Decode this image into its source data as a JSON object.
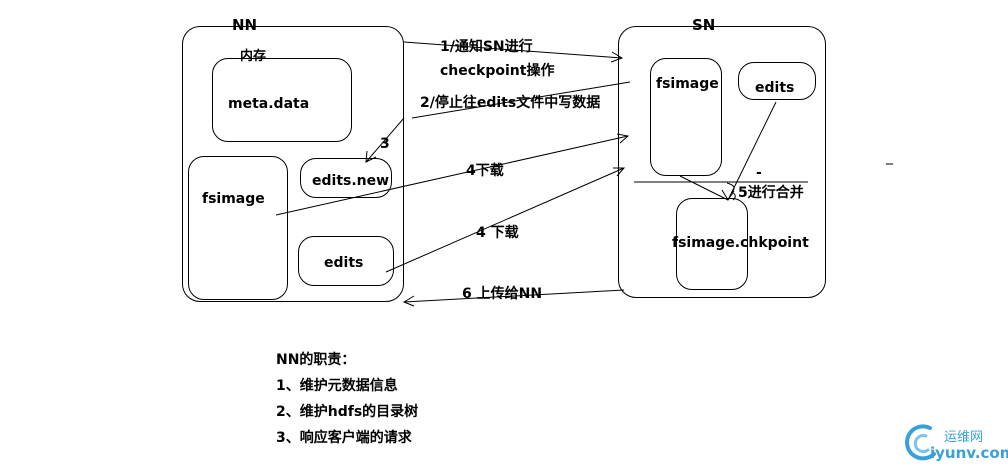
{
  "nn": {
    "title": "NN",
    "memory_label": "内存",
    "meta_label": "meta.data",
    "fsimage_label": "fsimage",
    "edits_new_label": "edits.new",
    "edits_label": "edits"
  },
  "sn": {
    "title": "SN",
    "fsimage_label": "fsimage",
    "edits_label": "edits",
    "chkpoint_label": "fsimage.chkpoint"
  },
  "steps": {
    "s1_line1": "1/通知SN进行",
    "s1_line2": "checkpoint操作",
    "s2": "2/停止往edits文件中写数据",
    "s3": "3",
    "s4a": "4下载",
    "s4b": "4 下载",
    "s5": "5进行合并",
    "s5_mark": "-",
    "s6": "6 上传给NN",
    "stray": "_"
  },
  "notes": {
    "heading": "NN的职责：",
    "items": [
      "1、维护元数据信息",
      "2、维护hdfs的目录树",
      "3、响应客户端的请求"
    ]
  },
  "watermark": {
    "name": "运维网",
    "domain": "iyunv.com",
    "color": "#3aa0d8"
  }
}
